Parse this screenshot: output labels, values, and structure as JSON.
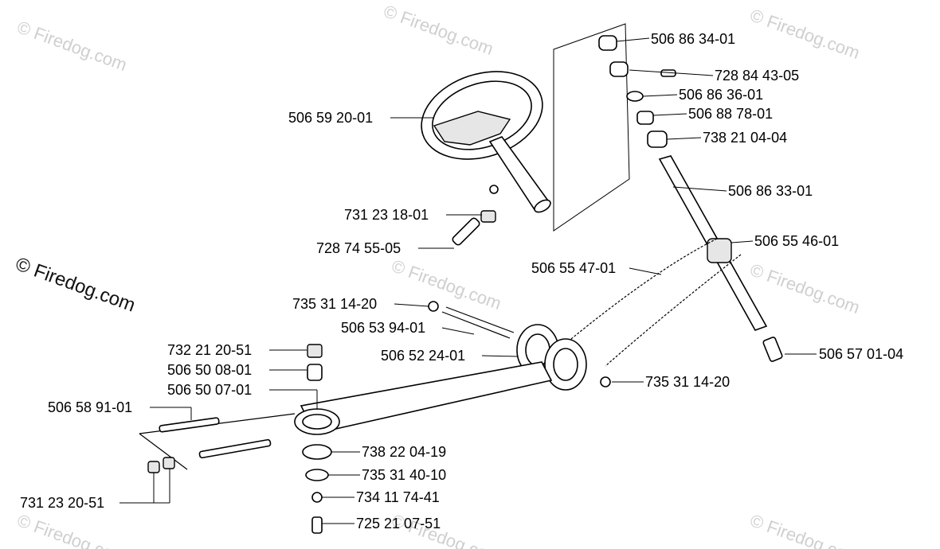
{
  "watermark": {
    "small": "© Firedog.com",
    "large": "© Firedog.com"
  },
  "part_labels": {
    "p01": "506 86 34-01",
    "p02": "728 84 43-05",
    "p03": "506 86 36-01",
    "p04": "506 88 78-01",
    "p05": "738 21 04-04",
    "p06": "506 59 20-01",
    "p07": "506 86 33-01",
    "p08": "731 23 18-01",
    "p09": "506 55 46-01",
    "p10": "728 74 55-05",
    "p11": "506 55 47-01",
    "p12": "735 31 14-20",
    "p13": "506 53 94-01",
    "p14": "506 52 24-01",
    "p15": "506 57 01-04",
    "p16": "732 21 20-51",
    "p17": "506 50 08-01",
    "p18": "735 31 14-20",
    "p19": "506 50 07-01",
    "p20": "506 58 91-01",
    "p21": "738 22 04-19",
    "p22": "735 31 40-10",
    "p23": "731 23 20-51",
    "p24": "734 11 74-41",
    "p25": "725 21 07-51"
  }
}
